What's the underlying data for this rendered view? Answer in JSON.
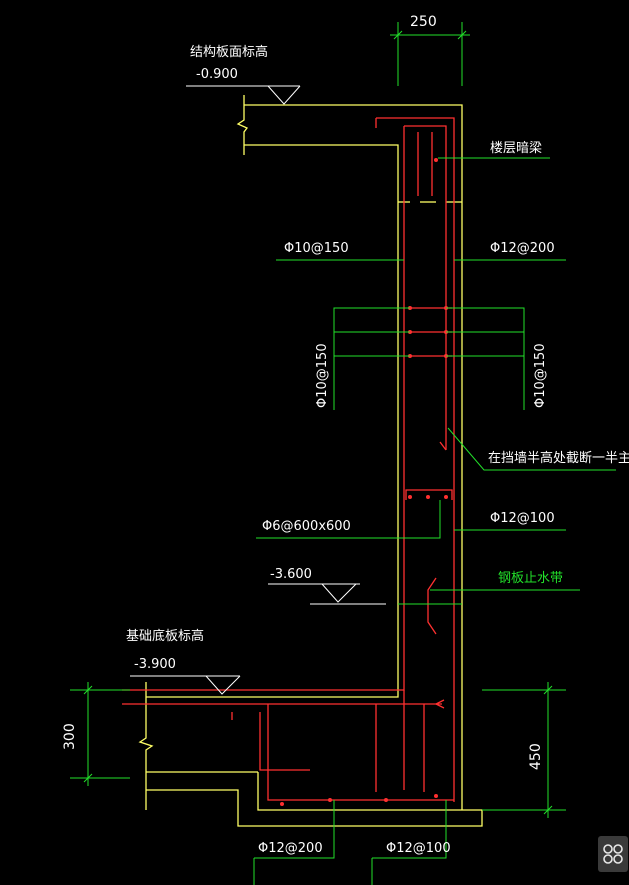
{
  "labels": {
    "dim_top": "250",
    "slab_title": "结构板面标高",
    "slab_elev": "-0.900",
    "beam": "楼层暗梁",
    "rebar_left_h": "Φ10@150",
    "rebar_right_h": "Φ12@200",
    "rebar_left_v": "Φ10@150",
    "rebar_right_v": "Φ10@150",
    "cut_note": "在挡墙半高处截断一半主筋",
    "tie": "Φ6@600x600",
    "rebar_right_lower": "Φ12@100",
    "water_stop": "钢板止水带",
    "elev_mid": "-3.600",
    "base_title": "基础底板标高",
    "base_elev": "-3.900",
    "dim_left": "300",
    "dim_right": "450",
    "rebar_bottom_left": "Φ12@200",
    "rebar_bottom_right": "Φ12@100"
  },
  "colors": {
    "background": "#000000",
    "concrete_outline": "#ffff66",
    "rebar": "#ff3030",
    "leader": "#22e02a",
    "text": "#ffffff",
    "water_stop_text": "#22e02a"
  },
  "icons": {
    "view_toggle": "grid-view-icon"
  }
}
